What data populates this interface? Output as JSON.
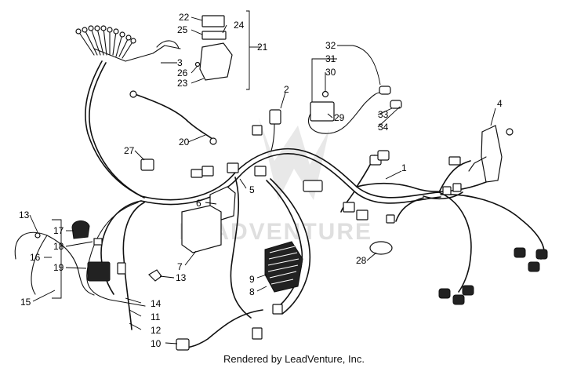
{
  "callouts": [
    "1",
    "2",
    "3",
    "4",
    "5",
    "6",
    "7",
    "8",
    "9",
    "10",
    "11",
    "12",
    "13",
    "13",
    "14",
    "15",
    "16",
    "17",
    "18",
    "19",
    "20",
    "21",
    "22",
    "23",
    "24",
    "25",
    "26",
    "27",
    "28",
    "29",
    "30",
    "31",
    "32",
    "33",
    "34"
  ],
  "watermark": "LEADVENTURE",
  "credit": "Rendered by LeadVenture, Inc."
}
